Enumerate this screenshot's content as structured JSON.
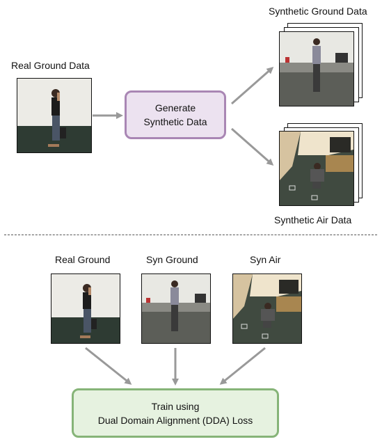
{
  "top": {
    "real_label": "Real Ground Data",
    "gen_line1": "Generate",
    "gen_line2": "Synthetic Data",
    "syn_ground_label": "Synthetic Ground Data",
    "syn_air_label": "Synthetic Air Data"
  },
  "bottom": {
    "real_label": "Real Ground",
    "syn_ground_label": "Syn Ground",
    "syn_air_label": "Syn Air",
    "train_line1": "Train using",
    "train_line2": "Dual Domain Alignment (DDA) Loss"
  },
  "colors": {
    "gen_border": "#a986b4",
    "gen_fill": "#ece2f0",
    "train_border": "#86b478",
    "train_fill": "#e6f2e0",
    "arrow": "#999999"
  }
}
